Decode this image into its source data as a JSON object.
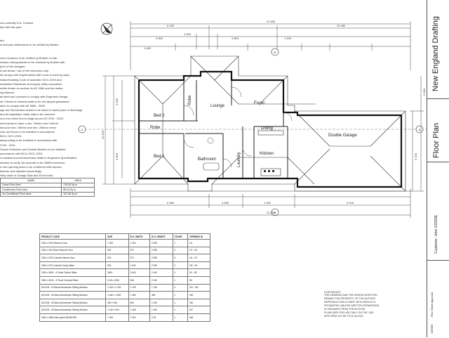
{
  "notes": {
    "lines": [
      "nes carefully D.A. Consent",
      "tion with this plan",
      "",
      "",
      "tes:",
      "el and plan dimensions to be verified by Builder",
      "",
      "",
      "rvice locations to be verified by Builder on site.",
      "mission discrepancies to be resolved by Builder with",
      "prior of the designer.",
      "& wet areas / use of the extension only.",
      "all comply with requirements with Local Council by-laws.",
      "tralian Building Code of Australia / NCC-2019 and",
      "Australian Standards and supply utility companies.",
      "ndhbr timber to conform to AS 1684 and the timber",
      "ing Manual.",
      "all steel and concrete to comply with Engineers design.",
      "es / blocks in external walls to be hot dipped galvanised.",
      "stem to comply with AS 3660 - 2006",
      "age and Stormwater drains to be taken to lawful point of discharge.",
      "and all vegetation under slab to be removed.",
      "ck to be noted-Hus to lodge as per AS 3740 - 2010.",
      "ment areas to have a min. 150mm and 140mm",
      "low and max. 150mm and min. 250mm mesh.",
      "ucts and floors to be installed in accordance",
      "BCA / NCC-2019.",
      "aterproofing to be installed in accordance with",
      "3740 - 2010.",
      "Smoke Detectors and Termite Barriers to be installed",
      "accordance with BCA / NCC-2019.",
      "e installed and reinforcement detail to Engineers Specification.",
      "ntractor to verify. All concrete to be 25MPa minimum.",
      "e new opening sizes to be confirmed with window",
      "facturer and adjusted accordingly.",
      "Step down in Garage Slab and Porch Area"
    ]
  },
  "area_table": {
    "headers": [
      "NAME",
      "AREA"
    ],
    "rows": [
      [
        "Gross Floor Area",
        "178.05 Sq m"
      ],
      [
        "Conditioned Floor Area",
        "85.44 Sq m"
      ],
      [
        "Un-Conditioned Floor Area",
        "107.66 Sq m"
      ]
    ]
  },
  "schedule": {
    "headers": [
      "PRODUCT CODE",
      "SIZE",
      "R.O. WIDTH",
      "R.O. HEIGHT",
      "COUNT",
      "OPENING ID"
    ],
    "rows": [
      [
        "2040 x 920 Entrance Door",
        "1 300",
        "1 250",
        "2 095",
        "1",
        "D1"
      ],
      [
        "2040 x 920 Rear Entrance Door",
        "920",
        "970",
        "2 095",
        "2",
        "D2 - D3"
      ],
      [
        "2040 x 920 Colonial Internal Door",
        "920",
        "970",
        "2 095",
        "4",
        "D4 - D7"
      ],
      [
        "2040 x 920 Colonial Cavity Slider",
        "920",
        "1 940",
        "2 095",
        "2",
        "D8 - D9"
      ],
      [
        "2040 x 3600 - 4 Panel Timber Slider",
        "3600",
        "3 640",
        "2 040",
        "2",
        "B1 - B2"
      ],
      [
        "2040 x 5040 - 4 Panel Colonial Slider",
        "5 48 x 2040",
        "548",
        "2 040",
        "1",
        "B3"
      ],
      [
        "AS1204 - D/Glazed Aluminium Sliding Window",
        "1 410 x 1 200",
        "1 435",
        "1 766",
        "4",
        "W1 - W4"
      ],
      [
        "AS1204 - D/Glazed Aluminium Sliding Window",
        "1 460 x 1 800",
        "1 480",
        "456",
        "1",
        "W5"
      ],
      [
        "AS1208 - D/Glazed Aluminium Sliding Window",
        "460 x 944",
        "456",
        "1 000",
        "1",
        "W6"
      ],
      [
        "AS1204 - D/Glazed Aluminium Sliding Window",
        "1 410 x 944",
        "1 456",
        "1 000",
        "1",
        "W7"
      ],
      [
        "3000 x 4850 wide panel-MODIFIED",
        "7 000",
        "7 000",
        "2 35",
        "1",
        "W8"
      ]
    ]
  },
  "copyright": {
    "title": "COPYRIGHT",
    "lines": [
      "THE DRAWING AND THE DESIGN DEPICTED",
      "REMAIN THE PROPERTY OF THE AUTHOR.",
      "REPRODUCTION IN PART OR IN WHOLE IS",
      "PROHIBITED UNLESS WRITTEN PERMISSION",
      "IS OBTAINED FROM THE AUTHOR.",
      "PLANS ARE FOR USE ONLY ON THE JOB",
      "SPECIFIED IN THE TITLE BLOCK."
    ]
  },
  "title_block": {
    "firm": "New England Drafting",
    "sheet_title": "Floor Plan",
    "customer": "Customer: John GOODE",
    "revision": "Rev Client Approval",
    "date": "16/06/9"
  },
  "rooms": {
    "bed2": "Bed 2",
    "robe_top": "Robe",
    "lounge": "Lounge",
    "foyer": "Foyer",
    "dining": "Dining",
    "robe_mid": "Robe",
    "double_garage": "Double Garage",
    "bed1": "Bed 1",
    "bathroom": "Bathroom",
    "laundry": "Laundry",
    "kitchen": "Kitchen"
  },
  "dims": {
    "overall_top": "21 600",
    "top_left": "6 190",
    "top_right": "10 480",
    "top_a": "4 000",
    "top_b": "1 000",
    "top_c": "4 600",
    "top_d": "1 200",
    "top_e": "1 450",
    "bottom_overall": "21 600",
    "bottom_a": "6 465",
    "bottom_b": "4 655",
    "bottom_c": "1 000",
    "bottom_d": "5 915",
    "left_a": "4 000",
    "left_b": "3 600",
    "left_total": "11 500",
    "right_a": "6 200",
    "right_b": "3 000",
    "section_a": "A",
    "section_b": "B"
  }
}
